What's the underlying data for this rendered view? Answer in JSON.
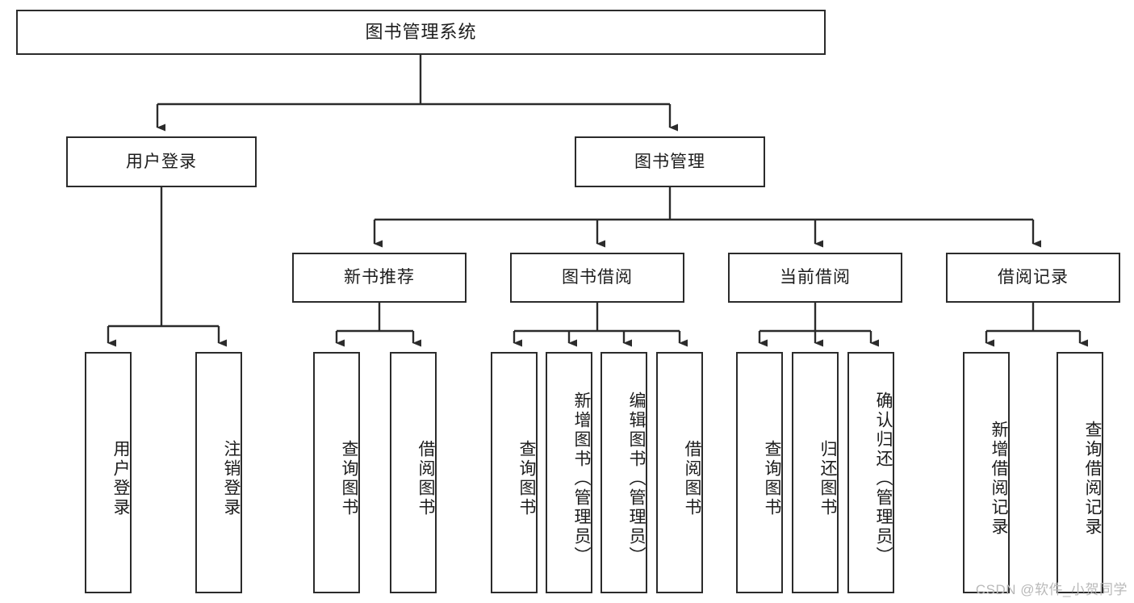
{
  "diagram": {
    "title": "图书管理系统",
    "type": "tree-hierarchy-chart",
    "root": {
      "id": "root",
      "label": "图书管理系统"
    },
    "level2": [
      {
        "id": "user-login",
        "label": "用户登录"
      },
      {
        "id": "book-manage",
        "label": "图书管理"
      }
    ],
    "level3": [
      {
        "id": "new-book-rec",
        "label": "新书推荐"
      },
      {
        "id": "book-borrow",
        "label": "图书借阅"
      },
      {
        "id": "current-borrow",
        "label": "当前借阅"
      },
      {
        "id": "borrow-record",
        "label": "借阅记录"
      }
    ],
    "leaves": {
      "user_login": [
        {
          "id": "leaf-user-login",
          "label": "用户登录"
        },
        {
          "id": "leaf-logout-login",
          "label": "注销登录"
        }
      ],
      "new_book_rec": [
        {
          "id": "leaf-query-book-1",
          "label": "查询图书"
        },
        {
          "id": "leaf-borrow-book-1",
          "label": "借阅图书"
        }
      ],
      "book_borrow": [
        {
          "id": "leaf-query-book-2",
          "label": "查询图书"
        },
        {
          "id": "leaf-add-book",
          "label": "新增图书（管理员）"
        },
        {
          "id": "leaf-edit-book",
          "label": "编辑图书（管理员）"
        },
        {
          "id": "leaf-borrow-book-2",
          "label": "借阅图书"
        }
      ],
      "current_borrow": [
        {
          "id": "leaf-query-book-3",
          "label": "查询图书"
        },
        {
          "id": "leaf-return-book",
          "label": "归还图书"
        },
        {
          "id": "leaf-confirm-return",
          "label": "确认归还（管理员）"
        }
      ],
      "borrow_record": [
        {
          "id": "leaf-add-record",
          "label": "新增借阅记录"
        },
        {
          "id": "leaf-query-record",
          "label": "查询借阅记录"
        }
      ]
    }
  },
  "watermark": {
    "text": "CSDN @软件_小贺同学"
  },
  "colors": {
    "background": "#ffffff",
    "border": "#2b2b2b",
    "text": "#1c1c1c",
    "connector": "#2b2b2b",
    "watermark": "#b9b9b9"
  }
}
